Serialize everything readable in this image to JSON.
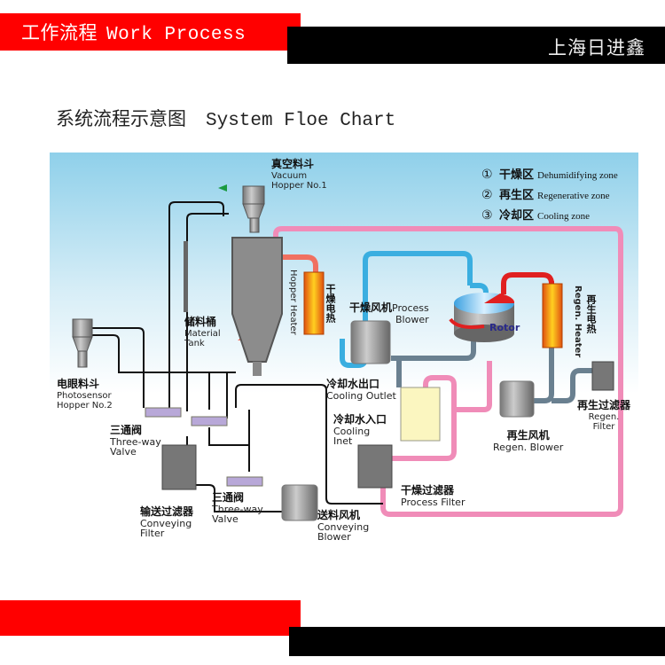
{
  "header": {
    "title_cn": "工作流程",
    "title_en": "Work Process",
    "company": "上海日进鑫",
    "accent_red": "#ff0000",
    "accent_black": "#000000"
  },
  "section": {
    "title_cn": "系统流程示意图",
    "title_en": "System Floe Chart"
  },
  "legend": [
    {
      "num": "①",
      "cn": "干燥区",
      "en": "Dehumidifying zone"
    },
    {
      "num": "②",
      "cn": "再生区",
      "en": "Regenerative zone"
    },
    {
      "num": "③",
      "cn": "冷却区",
      "en": "Cooling zone"
    }
  ],
  "components": {
    "vacuum_hopper": {
      "cn": "真空料斗",
      "en1": "Vacuum",
      "en2": "Hopper No.1"
    },
    "material_tank": {
      "cn": "储料桶",
      "en1": "Material",
      "en2": "Tank"
    },
    "hopper_heater": {
      "en": "Hopper Heater",
      "cn": "干燥电热"
    },
    "process_blower": {
      "cn": "干燥风机",
      "en1": "Process",
      "en2": "Blower"
    },
    "rotor": {
      "en": "Rotor"
    },
    "regen_heater": {
      "en": "Regen. Heater",
      "cn": "再生电热"
    },
    "photosensor_hopper": {
      "cn": "电眼料斗",
      "en1": "Photosensor",
      "en2": "Hopper No.2"
    },
    "cooling_outlet": {
      "cn": "冷却水出口",
      "en": "Cooling Outlet"
    },
    "cooling_inlet": {
      "cn": "冷却水入口",
      "en1": "Cooling",
      "en2": "Inet"
    },
    "regen_filter": {
      "cn": "再生过滤器",
      "en1": "Regen.",
      "en2": "Filter"
    },
    "regen_blower": {
      "cn": "再生风机",
      "en": "Regen. Blower"
    },
    "three_way_valve_1": {
      "cn": "三通阀",
      "en1": "Three-way",
      "en2": "Valve"
    },
    "three_way_valve_2": {
      "cn": "三通阀",
      "en1": "Three-way",
      "en2": "Valve"
    },
    "conveying_filter": {
      "cn": "输送过滤器",
      "en1": "Conveying",
      "en2": "Filter"
    },
    "conveying_blower": {
      "cn": "送料风机",
      "en1": "Conveying",
      "en2": "Blower"
    },
    "process_filter": {
      "cn": "干燥过滤器",
      "en": "Process Filter"
    }
  },
  "colors": {
    "pipe_pink": "#f08cb8",
    "pipe_blue": "#3aaee0",
    "pipe_red": "#e8392a",
    "pipe_hot": "#f07060",
    "pipe_gray": "#6a8090",
    "line_black": "#111111",
    "sky_top": "#7fcbe8"
  }
}
